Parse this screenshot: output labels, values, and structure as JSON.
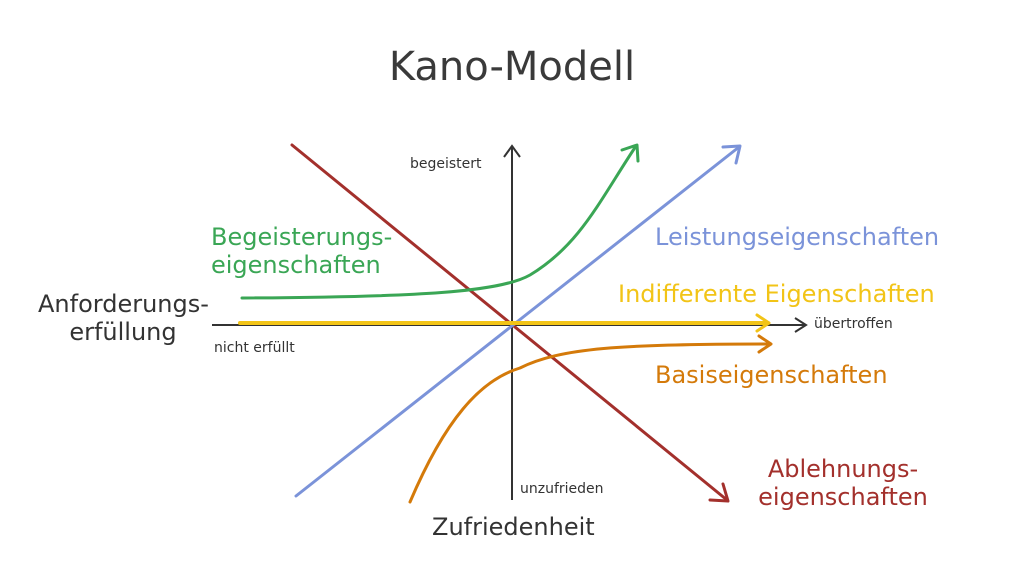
{
  "title": "Kano-Modell",
  "axes": {
    "x_title_line1": "Anforderungs-",
    "x_title_line2": "erfüllung",
    "x_left": "nicht erfüllt",
    "x_right": "übertroffen",
    "y_title": "Zufriedenheit",
    "y_top": "begeistert",
    "y_bottom": "unzufrieden"
  },
  "curves": {
    "begeisterung": {
      "line1": "Begeisterungs-",
      "line2": "eigenschaften",
      "color": "#3aa655"
    },
    "leistung": {
      "label": "Leistungseigenschaften",
      "color": "#7b93d9"
    },
    "indifferent": {
      "label": "Indifferente Eigenschaften",
      "color": "#f2c417"
    },
    "basis": {
      "label": "Basiseigenschaften",
      "color": "#d47a0a"
    },
    "ablehnung": {
      "line1": "Ablehnungs-",
      "line2": "eigenschaften",
      "color": "#a3302c"
    }
  }
}
